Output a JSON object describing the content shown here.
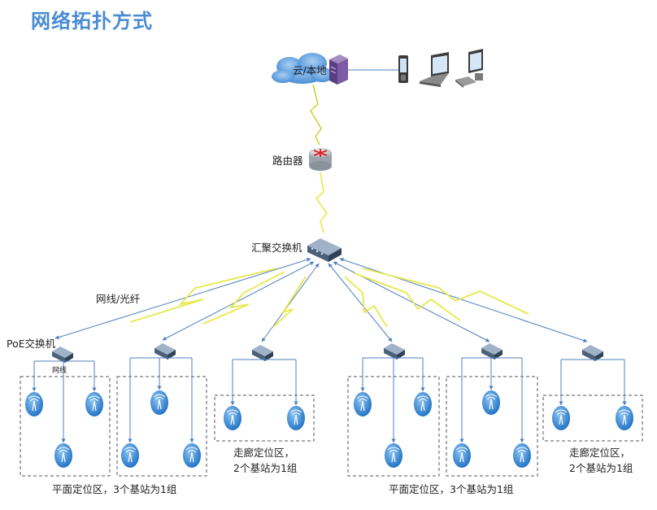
{
  "title": "网络拓扑方式",
  "cloud_label": "云/本地",
  "router_label": "路由器",
  "aggregation_switch_label": "汇聚交换机",
  "cable_label": "网线/光纤",
  "poe_switch_label": "PoE交换机",
  "small_cable_label": "网线",
  "zones": {
    "planar_caption": "平面定位区，3个基站为1组",
    "corridor_caption_line1": "走廊定位区，",
    "corridor_caption_line2": "2个基站为1组"
  },
  "colors": {
    "title": "#4a8bd4",
    "link_line": "#4f81bd",
    "wireless": "#e8e84a",
    "base_station": "#2e86d6",
    "zone_border": "#555555"
  },
  "icons": [
    "cloud-icon",
    "server-icon",
    "phone-icon",
    "laptop-icon",
    "desktop-icon",
    "router-icon",
    "switch-icon",
    "base-station-icon"
  ]
}
